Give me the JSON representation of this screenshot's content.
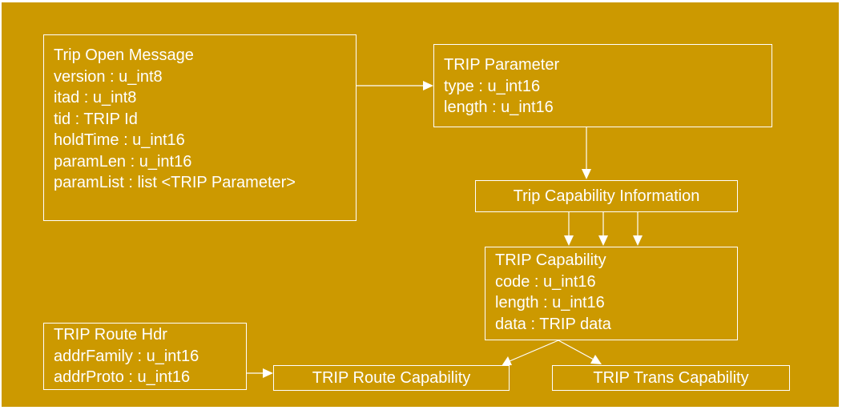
{
  "diagram": {
    "background_color": "#cc9900",
    "line_color": "#ffffff",
    "boxes": {
      "trip_open_message": {
        "title": "Trip Open Message",
        "fields": [
          "version : u_int8",
          "itad : u_int8",
          "tid : TRIP Id",
          "holdTime : u_int16",
          "paramLen : u_int16",
          "paramList : list <TRIP Parameter>"
        ]
      },
      "trip_parameter": {
        "title": "TRIP Parameter",
        "fields": [
          "type : u_int16",
          "length : u_int16"
        ]
      },
      "trip_capability_information": {
        "title": "Trip Capability Information"
      },
      "trip_capability": {
        "title": "TRIP Capability",
        "fields": [
          "code : u_int16",
          "length : u_int16",
          "data : TRIP data"
        ]
      },
      "trip_route_hdr": {
        "title": "TRIP Route Hdr",
        "fields": [
          "addrFamily : u_int16",
          "addrProto : u_int16"
        ]
      },
      "trip_route_capability": {
        "title": "TRIP Route Capability"
      },
      "trip_trans_capability": {
        "title": "TRIP Trans Capability"
      }
    }
  }
}
